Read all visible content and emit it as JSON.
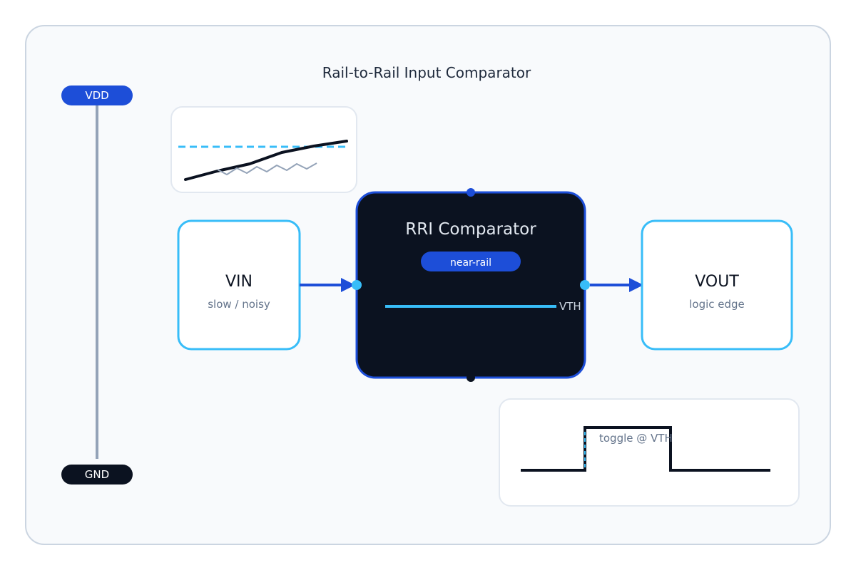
{
  "title": "Rail-to-Rail Input Comparator",
  "rails": {
    "top_label": "VDD",
    "bottom_label": "GND"
  },
  "input_block": {
    "label": "VIN",
    "sublabel": "slow / noisy"
  },
  "comparator_block": {
    "label": "RRI Comparator",
    "badge": "near-rail",
    "threshold_label": "VTH"
  },
  "output_block": {
    "label": "VOUT",
    "sublabel": "logic edge"
  },
  "output_waveform": {
    "annotation": "toggle @ VTH"
  },
  "colors": {
    "accent": "#1d4ed8",
    "cyan": "#38bdf8",
    "dark": "#0b1220",
    "panel_border": "#cbd5e1",
    "muted_text": "#64748b"
  }
}
